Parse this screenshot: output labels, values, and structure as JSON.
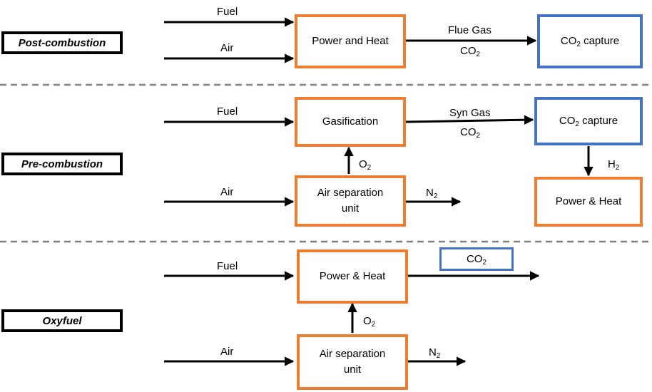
{
  "sections": {
    "post": {
      "tag": "Post-combustion",
      "fuel": "Fuel",
      "air": "Air",
      "power_box": "Power and Heat",
      "flue_gas": "Flue Gas",
      "co2_main": "CO",
      "co2_sub": "2",
      "capture_main": "CO",
      "capture_sub": "2",
      "capture_rest": " capture"
    },
    "pre": {
      "tag": "Pre-combustion",
      "fuel": "Fuel",
      "air": "Air",
      "gasification": "Gasification",
      "syn_gas": "Syn Gas",
      "co2_main": "CO",
      "co2_sub": "2",
      "o2_main": "O",
      "o2_sub": "2",
      "asu_line1": "Air separation",
      "asu_line2": "unit",
      "n2_main": "N",
      "n2_sub": "2",
      "capture_main": "CO",
      "capture_sub": "2",
      "capture_rest": " capture",
      "h2_main": "H",
      "h2_sub": "2",
      "power_box": "Power & Heat"
    },
    "oxy": {
      "tag": "Oxyfuel",
      "fuel": "Fuel",
      "air": "Air",
      "power_box": "Power & Heat",
      "co2_box_main": "CO",
      "co2_box_sub": "2",
      "o2_main": "O",
      "o2_sub": "2",
      "asu_line1": "Air separation",
      "asu_line2": "unit",
      "n2_main": "N",
      "n2_sub": "2"
    }
  },
  "colors": {
    "process": "#ED7D31",
    "capture": "#4472C4",
    "divider": "#808080",
    "arrow": "#000000"
  }
}
